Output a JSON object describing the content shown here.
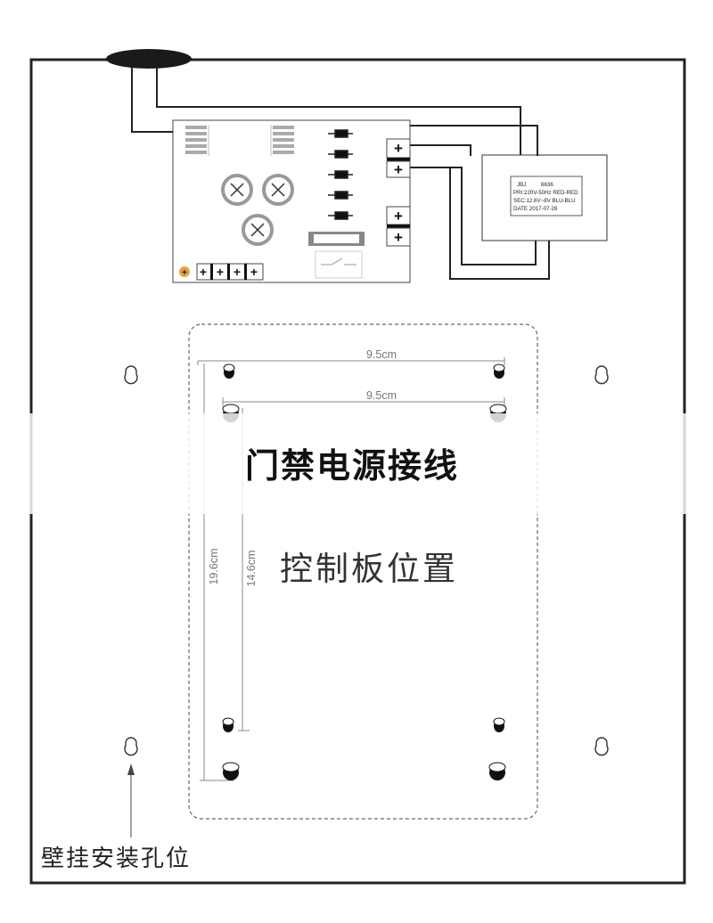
{
  "title": "门禁电源接线",
  "board_position_label": "控制板位置",
  "mount_hole_label": "壁挂安装孔位",
  "dimensions": {
    "top_width_outer": "9.5cm",
    "top_width_inner": "9.5cm",
    "height_outer": "19.6cm",
    "height_inner": "14.6cm"
  },
  "transformer": {
    "model": "JBJ",
    "code": "6636",
    "pri": "PRI:220V-50Hz  RED-RED",
    "sec": "SEC:12.6V~8V  BLU-BLU",
    "date": "DATE 2017-07-26"
  },
  "terminal_symbols": {
    "plus": "+"
  }
}
